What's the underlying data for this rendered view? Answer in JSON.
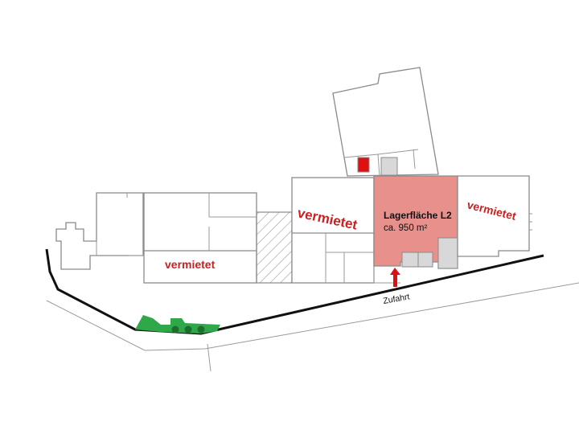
{
  "rented_label": "vermietet",
  "available_unit": {
    "title": "Lagerfläche L2",
    "area": "ca. 950 m²",
    "fill_color": "#e8908c"
  },
  "access_label": "Zufahrt",
  "colors": {
    "rented_text": "#cc1f1f",
    "access_arrow": "#dd1111",
    "green_area": "#2fa84a",
    "road": "#111111",
    "walls": "#8a8a8a",
    "stairs": "#d8d8d8"
  }
}
